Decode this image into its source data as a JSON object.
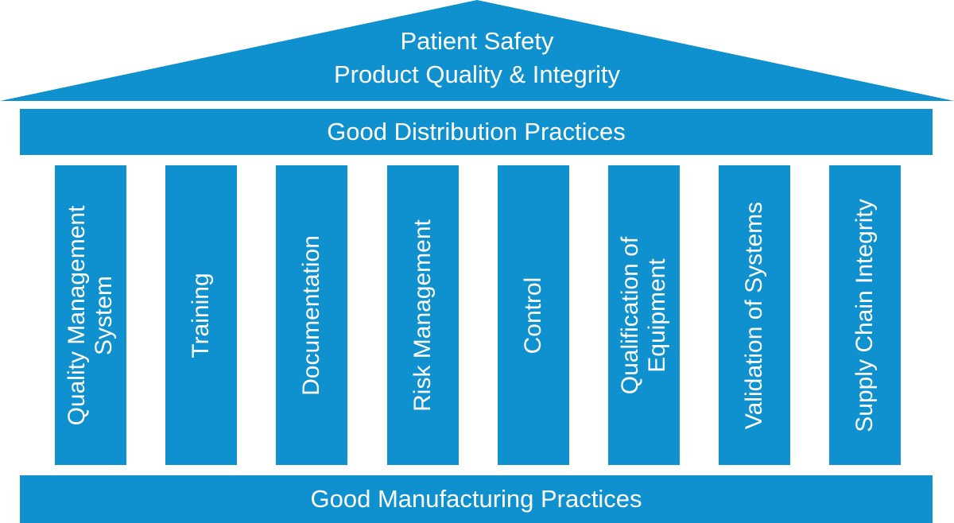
{
  "colors": {
    "primary_blue": "#0f91cf",
    "text": "#ffffff",
    "background": "#ffffff"
  },
  "roof": {
    "line1": "Patient Safety",
    "line2": "Product Quality & Integrity"
  },
  "top_band": {
    "label": "Good Distribution Practices"
  },
  "pillars": [
    {
      "label": "Quality Management\nSystem"
    },
    {
      "label": "Training"
    },
    {
      "label": "Documentation"
    },
    {
      "label": "Risk Management"
    },
    {
      "label": "Control"
    },
    {
      "label": "Qualification of\nEquipment"
    },
    {
      "label": "Validation of Systems"
    },
    {
      "label": "Supply Chain Integrity"
    }
  ],
  "bottom_band": {
    "label": "Good Manufacturing Practices"
  }
}
